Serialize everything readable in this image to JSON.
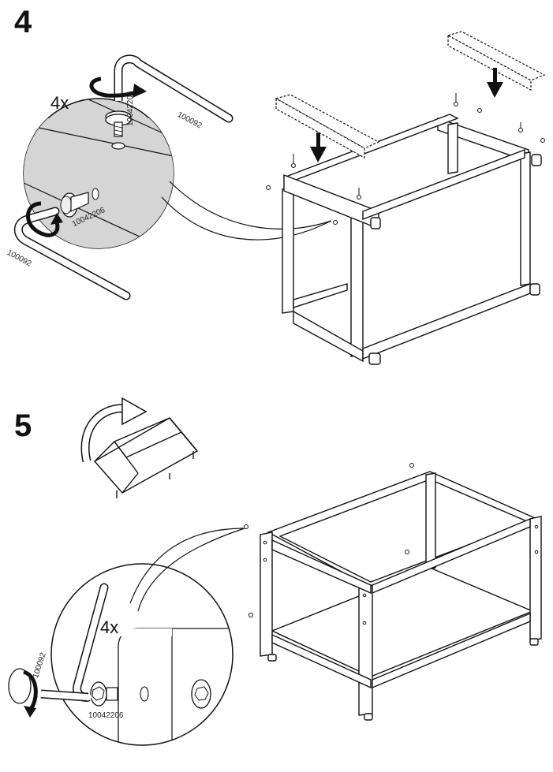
{
  "steps": [
    {
      "number": "4",
      "quantity": "4x",
      "parts": {
        "screw": "10042206",
        "allen_key": "100092"
      }
    },
    {
      "number": "5",
      "quantity": "4x",
      "parts": {
        "screw": "10042206",
        "allen_key": "100092"
      }
    }
  ],
  "icons": [
    "allen-key-icon",
    "screw-icon",
    "rotate-arrow-icon",
    "down-arrow-icon",
    "flip-arrow-icon"
  ]
}
